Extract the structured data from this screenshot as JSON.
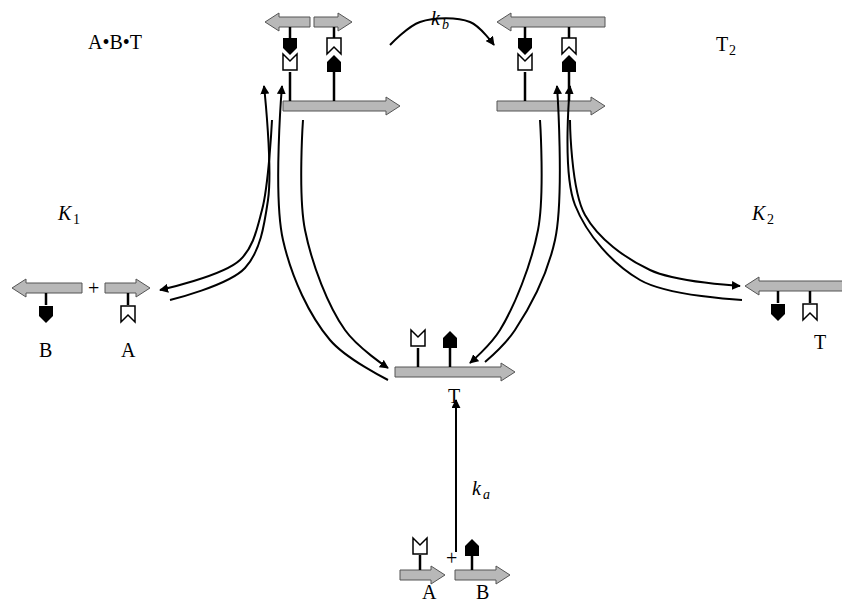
{
  "diagram": {
    "labels": [
      "A•B•T",
      "T",
      "2",
      "k",
      "b",
      "K",
      "1",
      "K",
      "2",
      "B",
      "+",
      "A",
      "T",
      "T",
      "k",
      "a",
      "A",
      "+",
      "B"
    ]
  }
}
